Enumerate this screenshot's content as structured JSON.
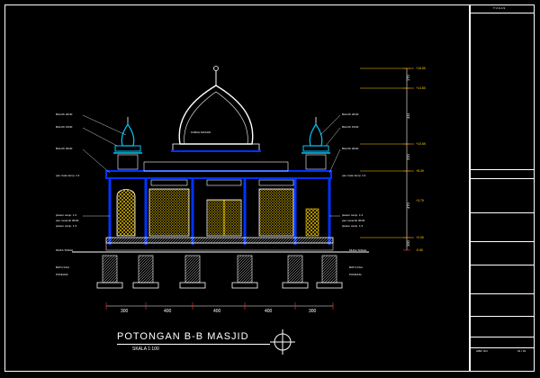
{
  "drawing": {
    "title": "POTONGAN B-B MASJID",
    "scale": "SKALA 1:100",
    "dome_label": "KUBAH MASJID",
    "left_labels": [
      "BALOK 20/40",
      "BALOK 15/30",
      "BALOK 20/30",
      "pas. bata camp. 1:4",
      "plester camp. 1:4",
      "pas. keramik 30/30",
      "plester camp. 1:3"
    ],
    "right_labels": [
      "BALOK 20/40",
      "BALOK 15/30",
      "BALOK 20/30",
      "pas. bata camp. 1:4",
      "plester camp. 1:4",
      "pas. keramik 30/30",
      "plester camp. 1:3"
    ],
    "ground_left": "MUKA TANAH",
    "ground_right": "MUKA TANAH",
    "foundation_left": [
      "BATU KALI",
      "PONDASI"
    ],
    "foundation_right": [
      "BATU KALI",
      "PONDASI"
    ],
    "bottom_dims": [
      "300",
      "400",
      "400",
      "400",
      "300"
    ],
    "side_dims": [
      "170",
      "411",
      "220",
      "470",
      "100"
    ],
    "level_marks": [
      "+16.50",
      "+14.80",
      "+10.69",
      "+8.49",
      "+3.79",
      "+0.00",
      "-0.60"
    ]
  },
  "title_block": {
    "header": "T U G A S",
    "footer_left": "GBR. NO.",
    "footer_right": "01 / 01"
  },
  "colors": {
    "background": "#000000",
    "structure": "#0033ff",
    "dome": "#ffffff",
    "cyan": "#00c8ff",
    "ornament": "#ffd400",
    "dimension": "#ff3333",
    "line": "#ffffff"
  }
}
